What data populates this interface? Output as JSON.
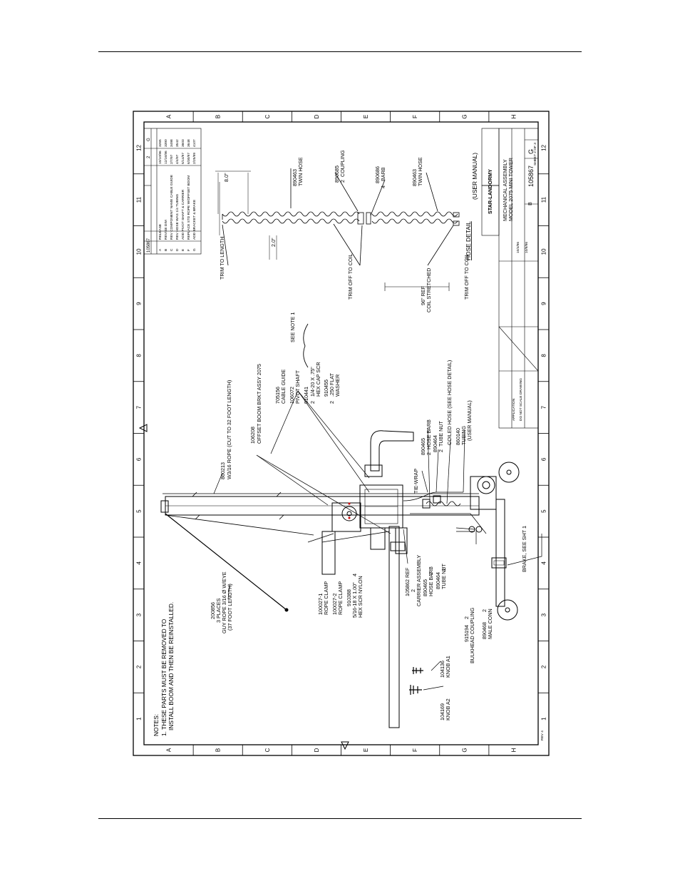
{
  "border": {
    "columns": [
      "1",
      "2",
      "3",
      "4",
      "5",
      "6",
      "7",
      "8",
      "9",
      "10",
      "11",
      "12"
    ],
    "rows": [
      "A",
      "B",
      "C",
      "D",
      "E",
      "F",
      "G",
      "H"
    ]
  },
  "notes": {
    "heading": "NOTES:",
    "note1_line1": "1. THESE PARTS MUST BE REMOVED TO",
    "note1_line2": "INSTALL BOOM AND THEN BE REINSTALLED."
  },
  "callouts": {
    "rope_pn": "860213",
    "rope_desc": "W3/16 ROPE (CUT TO 32 FOOT LENGTH)",
    "boom_pn": "106208",
    "boom_desc": "OFFSET BOOM BRKT ASSY 2075",
    "cable_guide_pn": "705156",
    "cable_guide_desc": "CABLE GUIDE",
    "pivot_pn": "106072",
    "pivot_desc": "PIVOT SHAFT",
    "hexcap_pn": "910441",
    "hexcap_desc1": "1/4-20 X .75\"",
    "hexcap_desc2": "HEX CAP SCR",
    "hexcap_qty": "2",
    "washer_pn": "910455",
    "washer_desc1": ".250 FLAT",
    "washer_desc2": "WASHER",
    "washer_qty": "2",
    "see_note": "SEE NOTE 1",
    "hosebarb_top_pn": "890465",
    "hosebarb_top_desc": "HOSE BARB",
    "hosebarb_top_qty": "2",
    "tubenut_top_pn": "890464",
    "tubenut_top_desc": "TUBE NUT",
    "tubenut_top_qty": "2",
    "coiled_hose": "COILED HOSE (SEE HOSE DETAIL)",
    "tubing_pn": "860140",
    "tubing_desc": "TUBING",
    "tubing_ref": "(USER MANUAL)",
    "tie_wrap": "TIE-WRAP",
    "brake": "BRAKE, SEE SHT 1",
    "guy_rope_pn": "200856",
    "guy_rope_qty": "3 PLACES",
    "guy_rope_desc": "GUY ROPE 3/16 Ø W/EYE",
    "guy_rope_len": "(37 FOOT LENGTH)",
    "ropeclamp1_pn": "100027-1",
    "ropeclamp1_desc": "ROPE CLAMP",
    "ropeclamp2_pn": "100027-2",
    "ropeclamp2_desc": "ROPE CLAMP",
    "nylon_pn": "910388",
    "nylon_desc1": "5/16-18 X 1.00\"",
    "nylon_desc2": "HEX SCR NYLON",
    "nylon_qty": "4",
    "carrier_pn": "105862 REF",
    "carrier_desc": "CARRIER ASSEMBLY",
    "hosebarb_bot_pn": "890465",
    "hosebarb_bot_desc": "HOSE BARB",
    "hosebarb_bot_qty": "2",
    "tubenut_bot_pn": "890464",
    "tubenut_bot_desc": "TUBE NUT",
    "tubenut_bot_qty": "2",
    "bulkhead_pn": "915194",
    "bulkhead_desc": "BULKHEAD COUPLING",
    "bulkhead_qty": "2",
    "maleconn_pn": "890468",
    "maleconn_desc": "MALE CONN",
    "maleconn_qty": "2",
    "knob1_pn": "104136",
    "knob1_desc": "KNOB A1",
    "knob2_pn": "104169",
    "knob2_desc": "KNOB A2"
  },
  "hose_detail": {
    "title": "HOSE DETAIL",
    "ref": "(USER MANUAL)",
    "twin_hose_top_pn": "890463",
    "twin_hose_top_desc": "TWIN HOSE",
    "coupling_pn": "890685",
    "coupling_desc": "COUPLING",
    "coupling_qty": "2",
    "barb_pn": "890686",
    "barb_desc": "BARB",
    "barb_qty": "4",
    "twin_hose_bot_pn": "890463",
    "twin_hose_bot_desc": "TWIN HOSE",
    "dim_8": "8.0\"",
    "dim_2": "2.0\"",
    "trim_length": "TRIM TO LENGTH",
    "trim_coil_1": "TRIM OFF TO COIL",
    "trim_coil_2": "TRIM OFF TO COIL",
    "ref_96": "96\" REF",
    "coil_stretched": "COIL STRETCHED"
  },
  "title_block": {
    "company": "STAR-LANDORMY",
    "title_line1": "MECHANICAL ASSEMBLY",
    "title_line2": "MODEL 2075 MINI TOWER",
    "size": "B",
    "dwg_no": "105867",
    "rev": "G",
    "sheet": "SHEET 2 OF 3",
    "do_not_scale": "DO NOT SCALE DRAWING",
    "application": "APPLICATION",
    "date1": "10/4/96",
    "date2": "10/9/96",
    "small_caption": "REV 4"
  },
  "revision_table": {
    "dwg_no": "105867",
    "sheet": "2",
    "rev": "G",
    "rows": [
      {
        "rev": "A",
        "desc": "RELEASE",
        "date": "10/10/96",
        "appr": "3265"
      },
      {
        "rev": "B",
        "desc": "REVISE DIM",
        "date": "12/16/96",
        "appr": "3390"
      },
      {
        "rev": "C",
        "desc": "REV COMPONENT NAME CABLE GUIDE",
        "date": "2/7/97",
        "appr": "3498"
      },
      {
        "rev": "D",
        "desc": "REV HOSE WAS 1/4 TUBING",
        "date": "4/4/97",
        "appr": "3542"
      },
      {
        "rev": "E",
        "desc": "ADD PIVOT SHAFT & CARRIER",
        "date": "5/14/97",
        "appr": "3603"
      },
      {
        "rev": "F",
        "desc": "REPLACE STD ROPE W/OFFSET BOOM",
        "date": "6/30/97",
        "appr": "3648"
      },
      {
        "rev": "G",
        "desc": "ADD BRACKET & BRAKE",
        "date": "2/25/99",
        "appr": "4107"
      }
    ]
  }
}
